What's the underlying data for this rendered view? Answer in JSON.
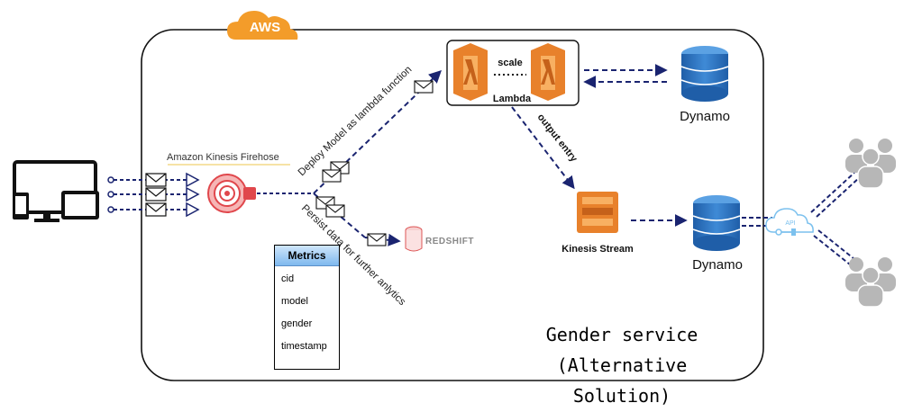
{
  "aws_label": "AWS",
  "firehose_label": "Amazon Kinesis Firehose",
  "deploy_label": "Deploy Model as lambda function",
  "persist_label": "Persist data for further anlytics",
  "lambda": {
    "scale_label": "scale",
    "name": "Lambda"
  },
  "output_entry_label": "output entry",
  "dynamo_top_label": "Dynamo",
  "dynamo_bottom_label": "Dynamo",
  "kinesis_stream_label": "Kinesis Stream",
  "redshift_label": "REDSHIFT",
  "api_label": "API",
  "metrics": {
    "title": "Metrics",
    "items": [
      "cid",
      "model",
      "gender",
      "timestamp"
    ]
  },
  "service": {
    "line1": "Gender service",
    "line2": "(Alternative Solution)"
  },
  "colors": {
    "aws_orange": "#f39c2a",
    "lambda_orange": "#e8812b",
    "dynamo_blue": "#2e73b8",
    "arrow_navy": "#1a2470",
    "firehose_red": "#e0474c"
  }
}
